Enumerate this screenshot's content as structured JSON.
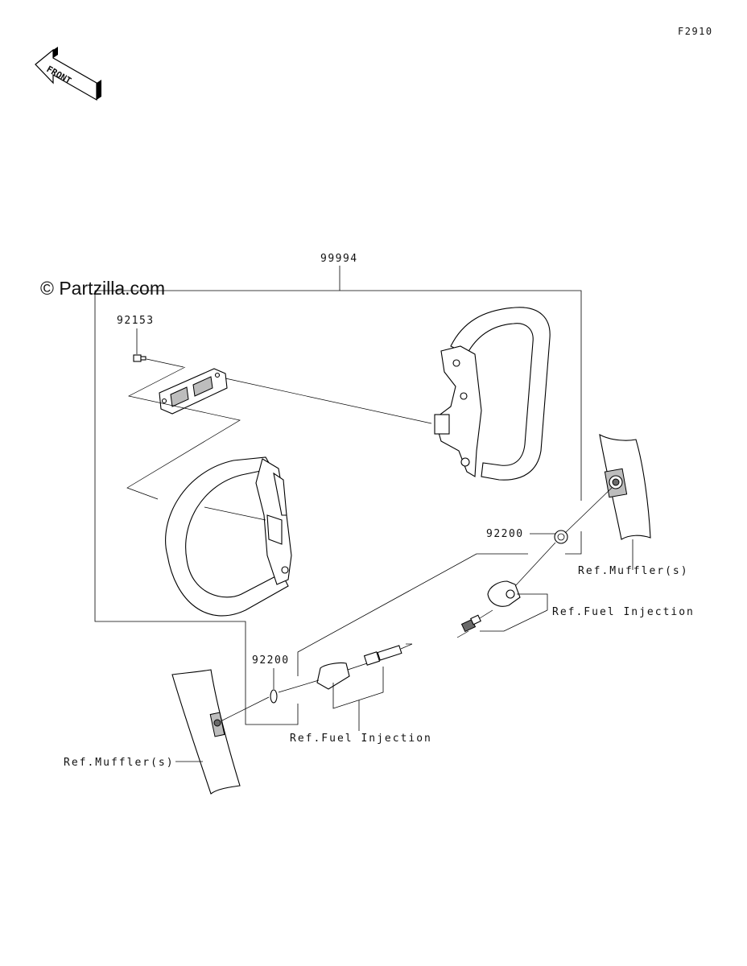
{
  "figure_code": "F2910",
  "watermark": "© Partzilla.com",
  "front_arrow": {
    "label": "FRONT"
  },
  "callouts": {
    "kit": "99994",
    "bolt": "92153",
    "washer_right": "92200",
    "washer_left": "92200"
  },
  "references": {
    "muffler_right": "Ref.Muffler(s)",
    "fuel_injection_right": "Ref.Fuel Injection",
    "fuel_injection_left": "Ref.Fuel Injection",
    "muffler_left": "Ref.Muffler(s)"
  },
  "icons": {
    "front": "front-arrow-icon"
  }
}
